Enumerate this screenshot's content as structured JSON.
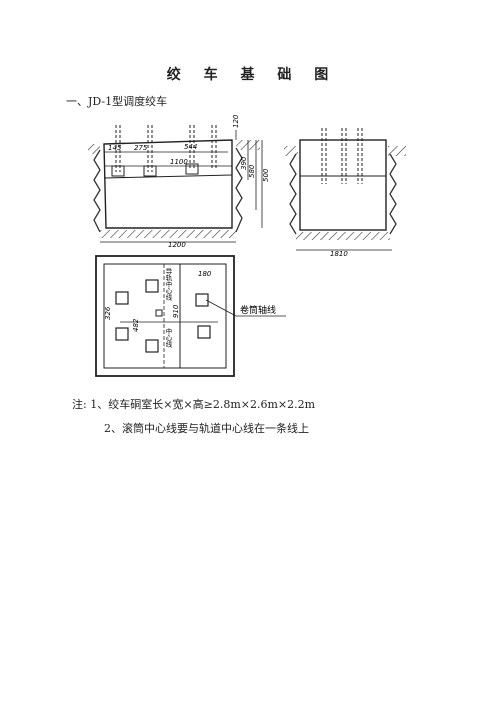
{
  "document": {
    "title": "绞 车 基 础 图",
    "subtitle": "一、JD-1型调度绞车",
    "notes": [
      "注: 1、绞车硐室长×宽×高≥2.8m×2.6m×2.2m",
      "2、滚筒中心线要与轨道中心线在一条线上"
    ]
  },
  "drawing": {
    "dims": {
      "d120_top": "120",
      "d145": "145",
      "d275": "275",
      "d544": "544",
      "d1100": "1100",
      "d390": "390",
      "d580": "580",
      "d500": "500",
      "d1200": "1200",
      "d1810": "1810",
      "d180": "180",
      "d326": "326",
      "d482": "482",
      "d910": "910"
    },
    "labels": {
      "drum_axis": "卷筒轴线",
      "vertical_label": "导轨中心线",
      "center_line": "中心线"
    }
  }
}
